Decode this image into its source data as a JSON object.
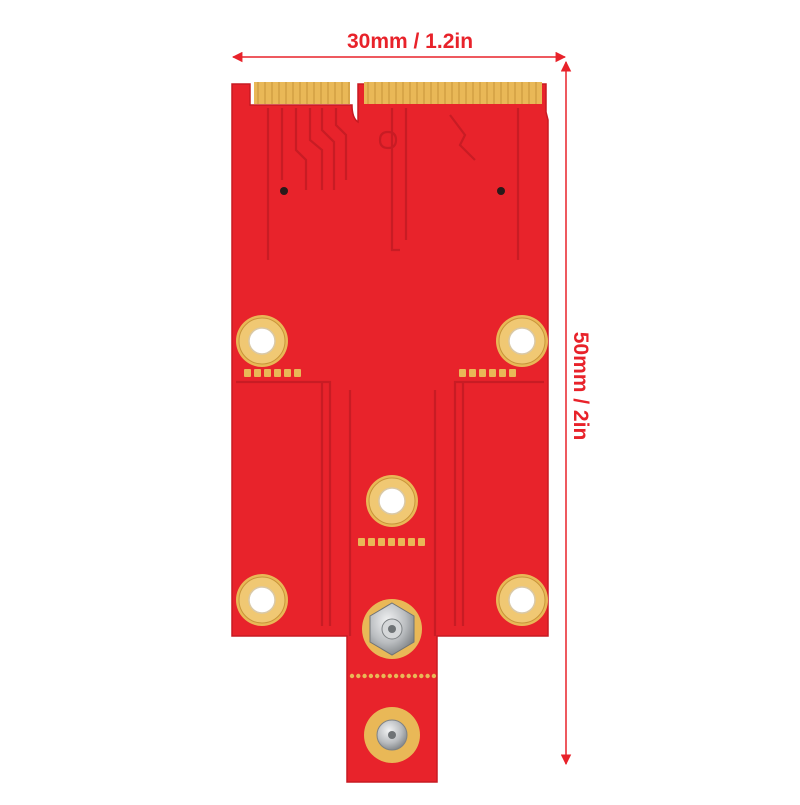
{
  "dimensions": {
    "width_label": "30mm / 1.2in",
    "height_label": "50mm / 2in"
  },
  "colors": {
    "pcb": "#e8232b",
    "pcb_shade": "#d81c24",
    "gold": "#e9b857",
    "gold_dark": "#c8953a",
    "arrow": "#e8222a",
    "screw": "#b9bcbf"
  },
  "subject": {
    "kind": "pcb-board",
    "icon": "mini-pcie-adapter-board"
  }
}
